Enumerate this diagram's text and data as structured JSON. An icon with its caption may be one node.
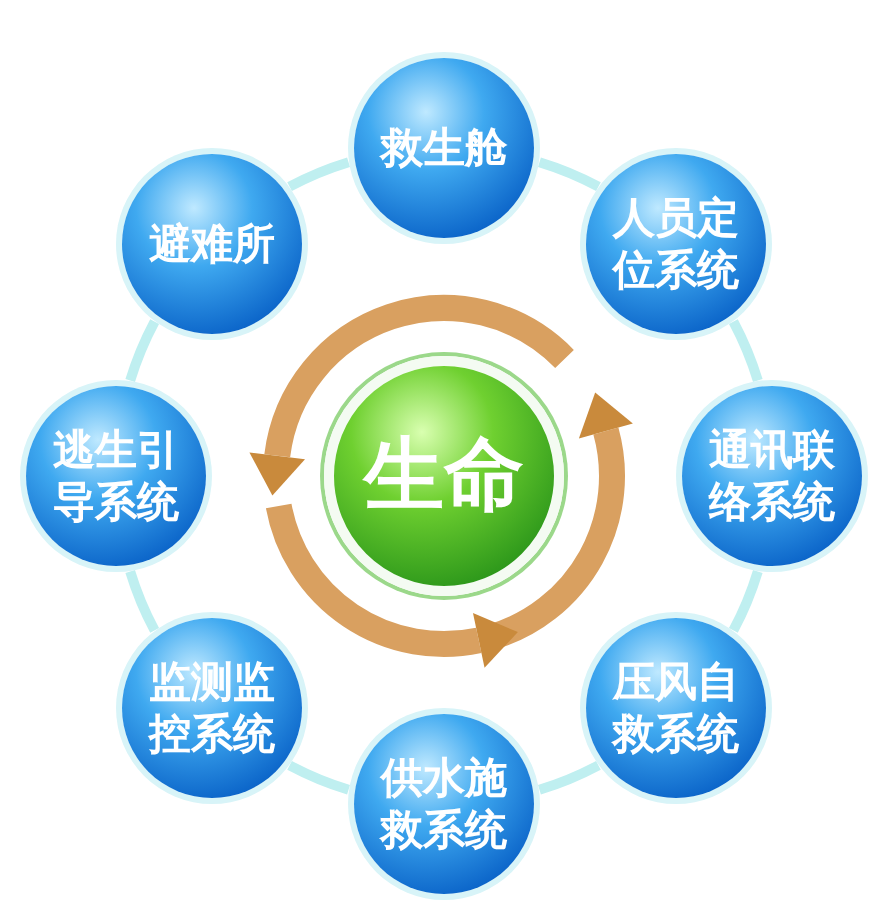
{
  "diagram": {
    "nodes": [
      {
        "text": [
          "生命"
        ]
      },
      {
        "text": [
          "救生舱"
        ]
      },
      {
        "text": [
          "人员定位系统"
        ]
      },
      {
        "text": [
          "通讯联络系统"
        ]
      },
      {
        "text": [
          "压风自救系统"
        ]
      },
      {
        "text": [
          "供水施救系统"
        ]
      },
      {
        "text": [
          "监测监控系统"
        ]
      },
      {
        "text": [
          "逃生引导系统"
        ]
      },
      {
        "text": [
          "避难所"
        ]
      }
    ],
    "edges": [
      {
        "from": 1,
        "to": 2,
        "arrow": "none"
      },
      {
        "from": 2,
        "to": 3,
        "arrow": "none"
      },
      {
        "from": 3,
        "to": 4,
        "arrow": "none"
      },
      {
        "from": 4,
        "to": 5,
        "arrow": "none"
      },
      {
        "from": 5,
        "to": 6,
        "arrow": "none"
      },
      {
        "from": 6,
        "to": 7,
        "arrow": "none"
      },
      {
        "from": 7,
        "to": 8,
        "arrow": "none"
      },
      {
        "from": 8,
        "to": 1,
        "arrow": "none"
      }
    ]
  }
}
